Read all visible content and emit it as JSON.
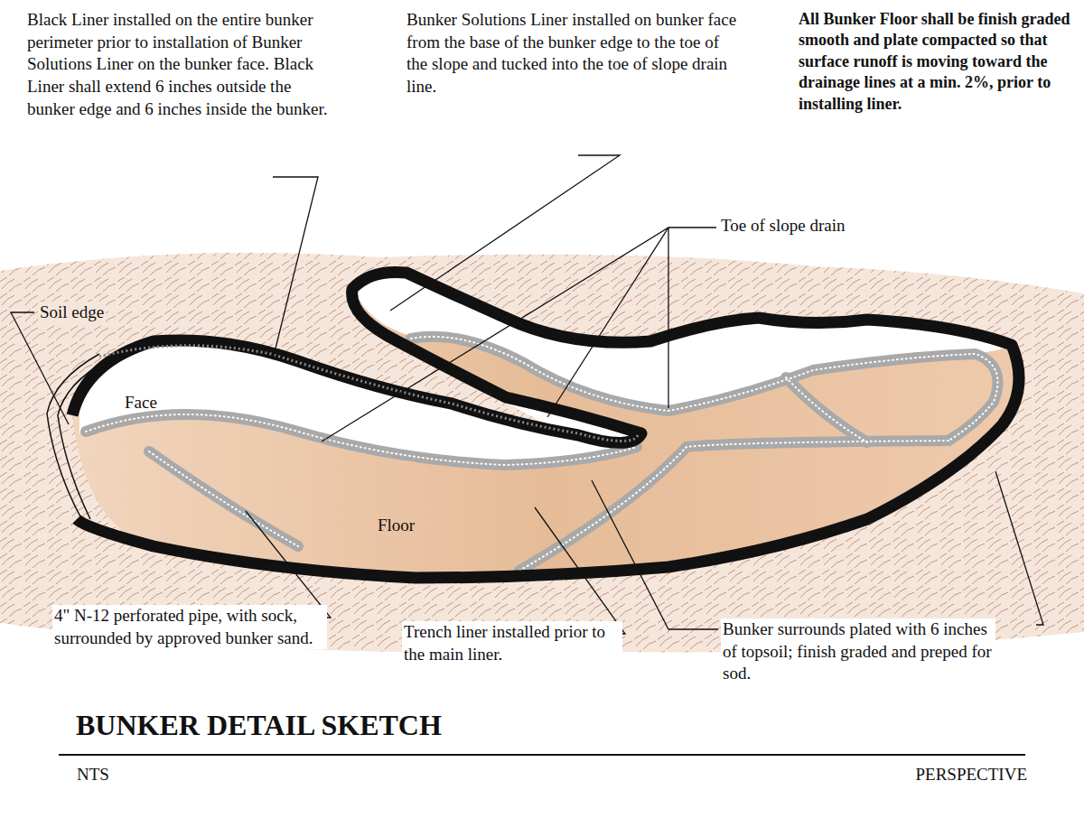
{
  "diagram": {
    "title": "BUNKER DETAIL SKETCH",
    "labels": [
      "Black Liner installed on the entire bunker perimeter prior to installation of Bunker Solutions Liner on the bunker face.  Black Liner shall extend 6 inches outside the bunker edge and 6 inches inside the bunker.",
      "Bunker Solutions Liner installed on bunker face from the base of the bunker edge to the toe of the slope and tucked into the toe of slope drain line.",
      "All Bunker Floor shall be finish graded smooth and plate compacted so that surface runoff is moving toward the drainage lines at a min. 2%, prior to installing liner.",
      "Toe of slope drain",
      "Soil edge",
      "Face",
      "Floor",
      "4\" N-12 perforated pipe, with sock, surrounded by approved bunker sand.",
      "Trench liner installed prior to the main liner.",
      "Bunker surrounds plated with 6 inches of topsoil; finish graded and preped for sod.",
      "NTS",
      "PERSPECTIVE"
    ]
  }
}
